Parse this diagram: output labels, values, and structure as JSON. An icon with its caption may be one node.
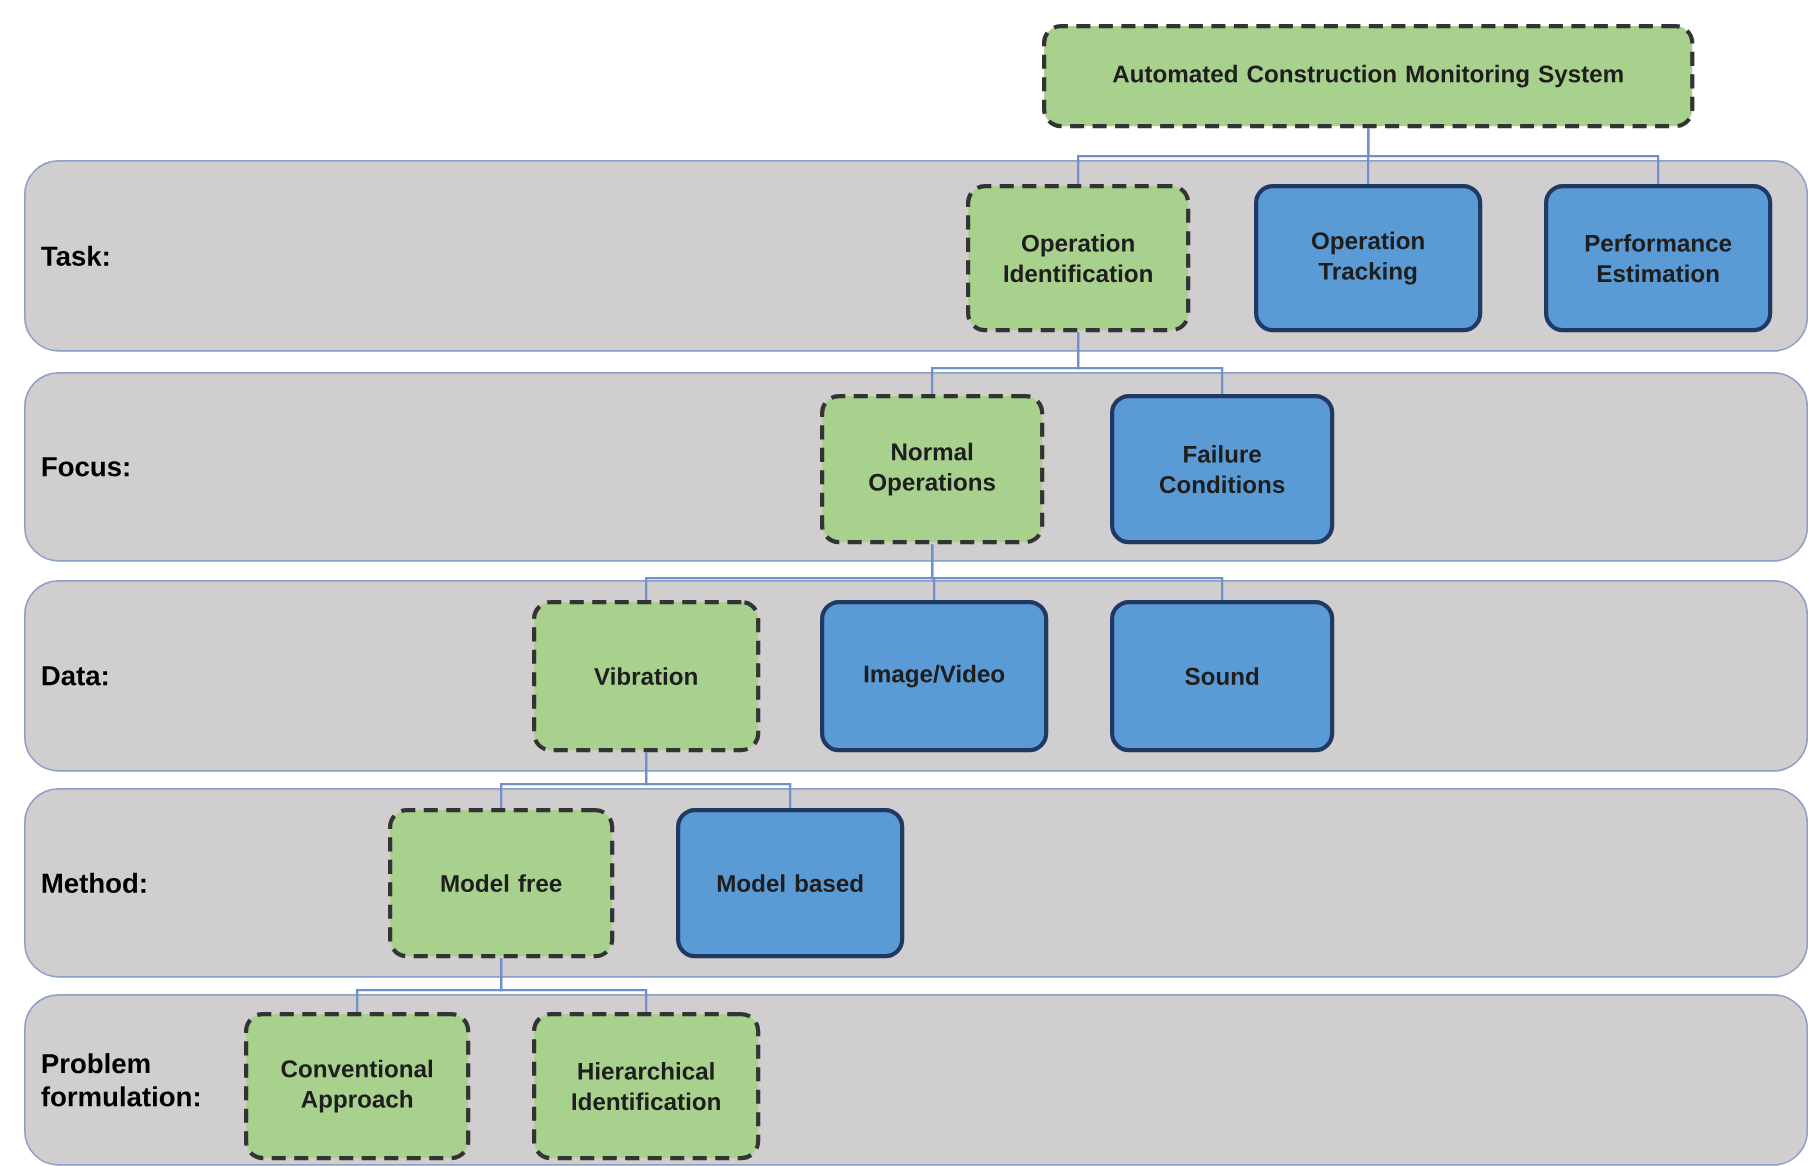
{
  "diagram": {
    "nodes": [
      {
        "text": [
          "Automated Construction Monitoring System"
        ]
      },
      {
        "text": [
          "Task:"
        ]
      },
      {
        "text": [
          "Operation Identification"
        ],
        "in": 1
      },
      {
        "text": [
          "Operation Tracking"
        ],
        "in": 1
      },
      {
        "text": [
          "Performance Estimation"
        ],
        "in": 1
      },
      {
        "text": [
          "Focus:"
        ]
      },
      {
        "text": [
          "Normal Operations"
        ],
        "in": 5
      },
      {
        "text": [
          "Failure Conditions"
        ],
        "in": 5
      },
      {
        "text": [
          "Data:"
        ]
      },
      {
        "text": [
          "Vibration"
        ],
        "in": 8
      },
      {
        "text": [
          "Image/Video"
        ],
        "in": 8
      },
      {
        "text": [
          "Sound"
        ],
        "in": 8
      },
      {
        "text": [
          "Method:"
        ]
      },
      {
        "text": [
          "Model free"
        ],
        "in": 12
      },
      {
        "text": [
          "Model based"
        ],
        "in": 12
      },
      {
        "text": [
          "Problem formulation:"
        ]
      },
      {
        "text": [
          "Conventional Approach"
        ],
        "in": 15
      },
      {
        "text": [
          "Hierarchical Identification"
        ],
        "in": 15
      }
    ],
    "edges": [
      {
        "from": 0,
        "to": 2,
        "arrow": "none"
      },
      {
        "from": 0,
        "to": 3,
        "arrow": "none"
      },
      {
        "from": 0,
        "to": 4,
        "arrow": "none"
      },
      {
        "from": 2,
        "to": 6,
        "arrow": "none"
      },
      {
        "from": 2,
        "to": 7,
        "arrow": "none"
      },
      {
        "from": 6,
        "to": 9,
        "arrow": "none"
      },
      {
        "from": 6,
        "to": 10,
        "arrow": "none"
      },
      {
        "from": 6,
        "to": 11,
        "arrow": "none"
      },
      {
        "from": 9,
        "to": 13,
        "arrow": "none"
      },
      {
        "from": 9,
        "to": 14,
        "arrow": "none"
      },
      {
        "from": 13,
        "to": 16,
        "arrow": "none"
      },
      {
        "from": 13,
        "to": 17,
        "arrow": "none"
      }
    ]
  }
}
